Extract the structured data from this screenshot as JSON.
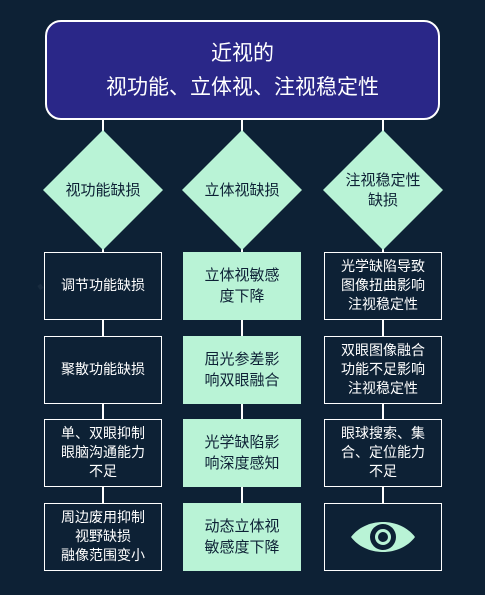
{
  "title": {
    "line1": "近视的",
    "line2": "视功能、立体视、注视稳定性"
  },
  "columns": [
    {
      "header": "视功能缺损",
      "items": [
        "调节功能缺损",
        "聚散功能缺损",
        "单、双眼抑制\n眼脑沟通能力\n不足",
        "周边废用抑制\n视野缺损\n融像范围变小"
      ]
    },
    {
      "header": "立体视缺损",
      "items": [
        "立体视敏感\n度下降",
        "屈光参差影\n响双眼融合",
        "光学缺陷影\n响深度感知",
        "动态立体视\n敏感度下降"
      ]
    },
    {
      "header": "注视稳定性\n缺损",
      "items": [
        "光学缺陷导致\n图像扭曲影响\n注视稳定性",
        "双眼图像融合\n功能不足影响\n注视稳定性",
        "眼球搜索、集\n合、定位能力\n不足"
      ]
    }
  ],
  "icons": {
    "eye": "eye-icon"
  },
  "colors": {
    "background": "#0d2135",
    "title_fill": "#2a2788",
    "mint": "#b9f3d6",
    "line": "#ffffff"
  }
}
